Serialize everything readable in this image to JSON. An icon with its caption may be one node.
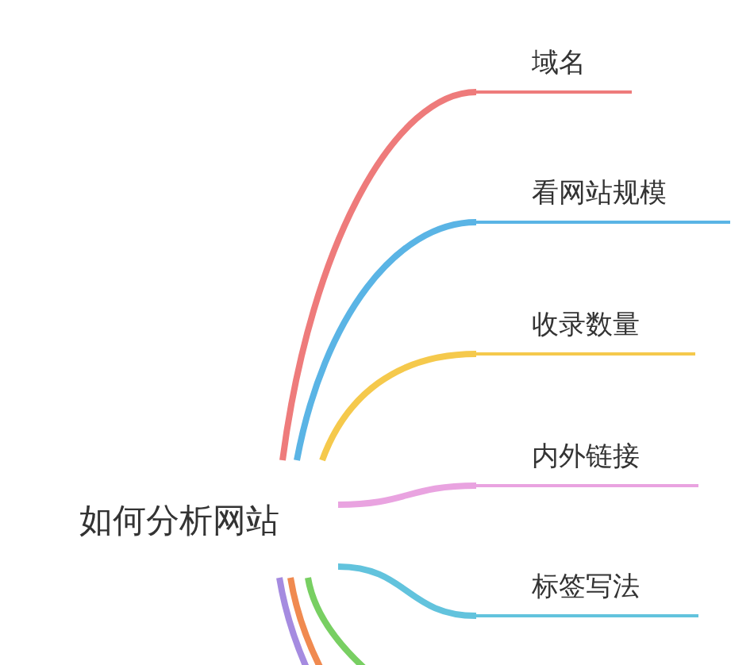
{
  "diagram": {
    "nodes": [
      {
        "text": [
          "如何分析网站"
        ]
      },
      {
        "text": [
          "域名"
        ]
      },
      {
        "text": [
          "看网站规模"
        ]
      },
      {
        "text": [
          "收录数量"
        ]
      },
      {
        "text": [
          "内外链接"
        ]
      },
      {
        "text": [
          "标签写法"
        ]
      }
    ],
    "edges": [
      {
        "from": 0,
        "to": 1,
        "arrow": "none",
        "color": "#ee7b7b"
      },
      {
        "from": 0,
        "to": 2,
        "arrow": "none",
        "color": "#5ab4e5"
      },
      {
        "from": 0,
        "to": 3,
        "arrow": "none",
        "color": "#f5c94c"
      },
      {
        "from": 0,
        "to": 4,
        "arrow": "none",
        "color": "#e9a3e0"
      },
      {
        "from": 0,
        "to": 5,
        "arrow": "none",
        "color": "#62c3dd"
      },
      {
        "from": 0,
        "to": null,
        "arrow": "none",
        "color": "#a58be0"
      },
      {
        "from": 0,
        "to": null,
        "arrow": "none",
        "color": "#f08a50"
      },
      {
        "from": 0,
        "to": null,
        "arrow": "none",
        "color": "#78cf62"
      }
    ]
  }
}
